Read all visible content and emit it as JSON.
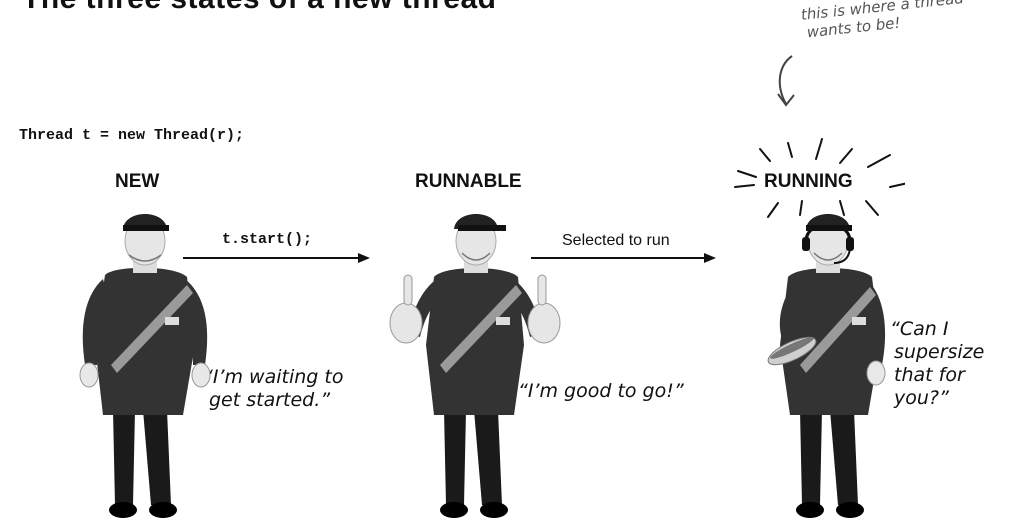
{
  "title": "The three states of a new thread",
  "code_line": "Thread t = new Thread(r);",
  "states": [
    {
      "label": "NEW",
      "quote_lines": [
        "“I’m waiting to",
        "get started.”"
      ]
    },
    {
      "label": "RUNNABLE",
      "quote_lines": [
        "“I’m good to go!”"
      ]
    },
    {
      "label": "RUNNING",
      "quote_lines": [
        "“Can I",
        "supersize",
        "that for",
        "you?”"
      ]
    }
  ],
  "transitions": [
    {
      "label": "t.start();"
    },
    {
      "label": "Selected to run"
    }
  ],
  "annotation_lines": [
    "this is where a thread",
    "wants to be!"
  ]
}
